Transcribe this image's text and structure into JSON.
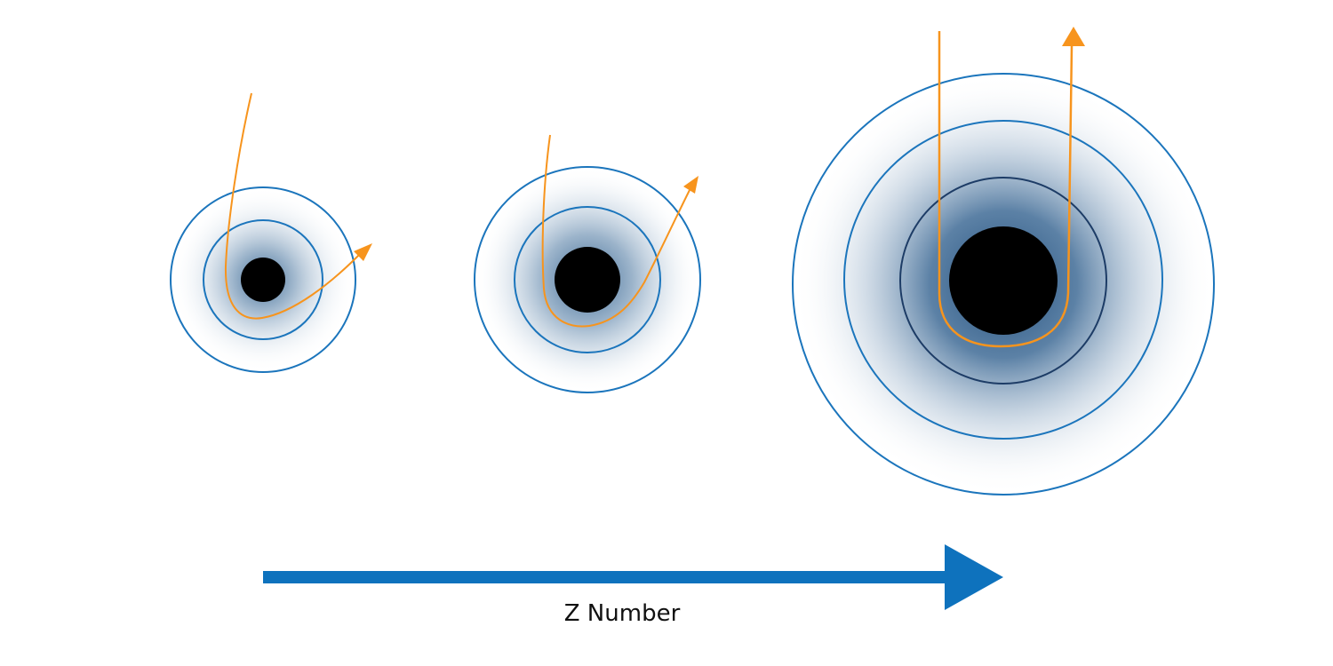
{
  "diagram": {
    "axis_label": "Z Number",
    "atoms": [
      {
        "name": "atom-small"
      },
      {
        "name": "atom-medium"
      },
      {
        "name": "atom-large"
      }
    ],
    "colors": {
      "nucleus": "#000000",
      "shell": "#1b75bc",
      "shell_inner_dark": "#1d3c66",
      "cloud": "#2e5f8e",
      "trajectory": "#f7941d",
      "axis_arrow": "#0e72bd",
      "background": "#ffffff"
    }
  }
}
